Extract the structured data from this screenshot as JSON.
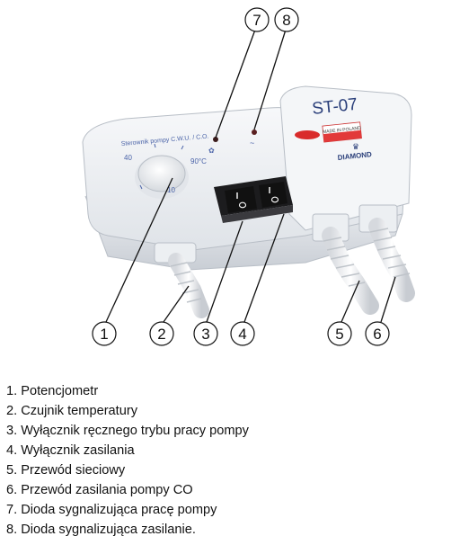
{
  "device": {
    "model": "ST-07",
    "caption": "Sterownik pompy C.W.U. / C.O.",
    "badge": "MADE IN POLAND",
    "brand": "DIAMOND",
    "scale_min": "40",
    "scale_max": "90°C",
    "scale_low": "10"
  },
  "callouts": [
    "1",
    "2",
    "3",
    "4",
    "5",
    "6",
    "7",
    "8"
  ],
  "legend": [
    "1. Potencjometr",
    "2. Czujnik temperatury",
    "3. Wyłącznik ręcznego trybu pracy pompy",
    "4. Wyłącznik zasilania",
    "5. Przewód sieciowy",
    "6. Przewód zasilania pompy CO",
    "7. Dioda sygnalizująca pracę pompy",
    "8. Dioda sygnalizująca zasilanie."
  ]
}
